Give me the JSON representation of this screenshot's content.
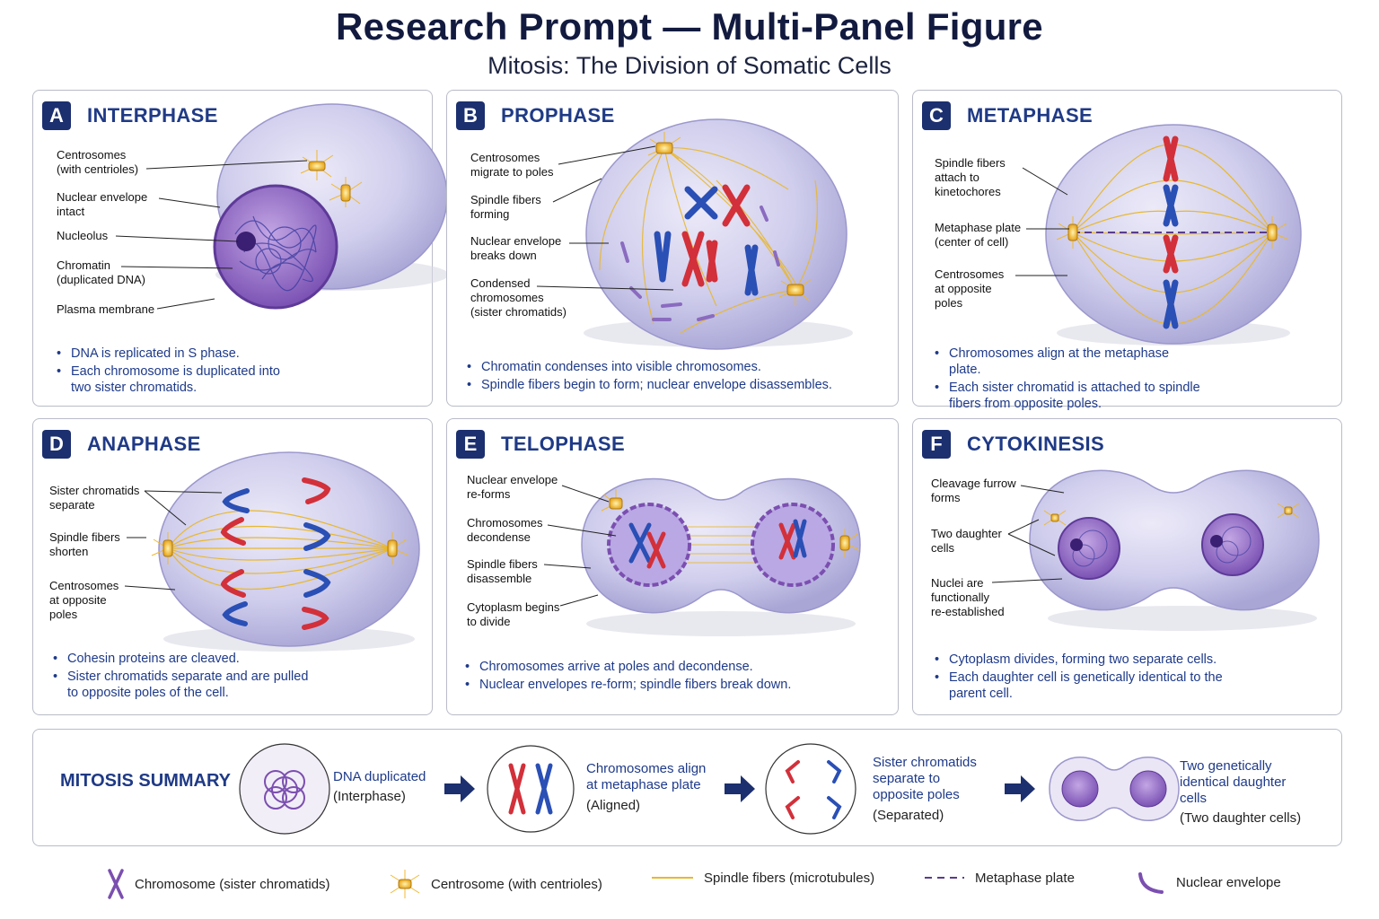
{
  "title": "Research Prompt — Multi-Panel Figure",
  "subtitle": "Mitosis: The Division of Somatic Cells",
  "colors": {
    "accent_navy": "#1c2f6f",
    "title_blue": "#1f3a86",
    "chromosome_red": "#d2303a",
    "chromosome_blue": "#2a4fb5",
    "spindle_yellow": "#e8b830",
    "nuclear_purple": "#7b4fb0",
    "cell_lavender": "#c9c8ea"
  },
  "panels": [
    {
      "letter": "A",
      "title": "INTERPHASE",
      "labels": [
        "Centrosomes\n(with centrioles)",
        "Nuclear envelope\nintact",
        "Nucleolus",
        "Chromatin\n(duplicated DNA)",
        "Plasma membrane"
      ],
      "bullets": [
        "DNA is replicated in S phase.",
        "Each chromosome is duplicated into two sister chromatids."
      ]
    },
    {
      "letter": "B",
      "title": "PROPHASE",
      "labels": [
        "Centrosomes\nmigrate to poles",
        "Spindle fibers\nforming",
        "Nuclear envelope\nbreaks down",
        "Condensed\nchromosomes\n(sister chromatids)"
      ],
      "bullets": [
        "Chromatin condenses into visible chromosomes.",
        "Spindle fibers begin to form; nuclear envelope disassembles."
      ]
    },
    {
      "letter": "C",
      "title": "METAPHASE",
      "labels": [
        "Spindle fibers\nattach to\nkinetochores",
        "Metaphase plate\n(center of cell)",
        "Centrosomes\nat opposite\npoles"
      ],
      "bullets": [
        "Chromosomes align at the metaphase plate.",
        "Each sister chromatid is attached to spindle fibers from opposite poles."
      ]
    },
    {
      "letter": "D",
      "title": "ANAPHASE",
      "labels": [
        "Sister chromatids\nseparate",
        "Spindle fibers\nshorten",
        "Centrosomes\nat opposite\npoles"
      ],
      "bullets": [
        "Cohesin proteins are cleaved.",
        "Sister chromatids separate and are pulled to opposite poles of the cell."
      ]
    },
    {
      "letter": "E",
      "title": "TELOPHASE",
      "labels": [
        "Nuclear envelope\nre-forms",
        "Chromosomes\ndecondense",
        "Spindle fibers\ndisassemble",
        "Cytoplasm begins\nto divide"
      ],
      "bullets": [
        "Chromosomes arrive at poles and decondense.",
        "Nuclear envelopes re-form; spindle fibers break down."
      ]
    },
    {
      "letter": "F",
      "title": "CYTOKINESIS",
      "labels": [
        "Cleavage furrow\nforms",
        "Two daughter\ncells",
        "Nuclei are\nfunctionally\nre-established"
      ],
      "bullets": [
        "Cytoplasm divides, forming two separate cells.",
        "Each daughter cell is genetically identical to the parent cell."
      ]
    }
  ],
  "summary": {
    "title": "MITOSIS SUMMARY",
    "steps": [
      {
        "text": "DNA duplicated",
        "sub": "(Interphase)"
      },
      {
        "text": "Chromosomes align\nat metaphase plate",
        "sub": "(Aligned)"
      },
      {
        "text": "Sister chromatids\nseparate to\nopposite poles",
        "sub": "(Separated)"
      },
      {
        "text": "Two genetically\nidentical daughter\ncells",
        "sub": "(Two daughter cells)"
      }
    ]
  },
  "legend": [
    {
      "icon": "chromosome-icon",
      "label": "Chromosome (sister chromatids)"
    },
    {
      "icon": "centrosome-icon",
      "label": "Centrosome (with centrioles)"
    },
    {
      "icon": "spindle-fiber-icon",
      "label": "Spindle fibers (microtubules)"
    },
    {
      "icon": "metaphase-plate-icon",
      "label": "Metaphase plate"
    },
    {
      "icon": "nuclear-envelope-icon",
      "label": "Nuclear envelope"
    }
  ]
}
